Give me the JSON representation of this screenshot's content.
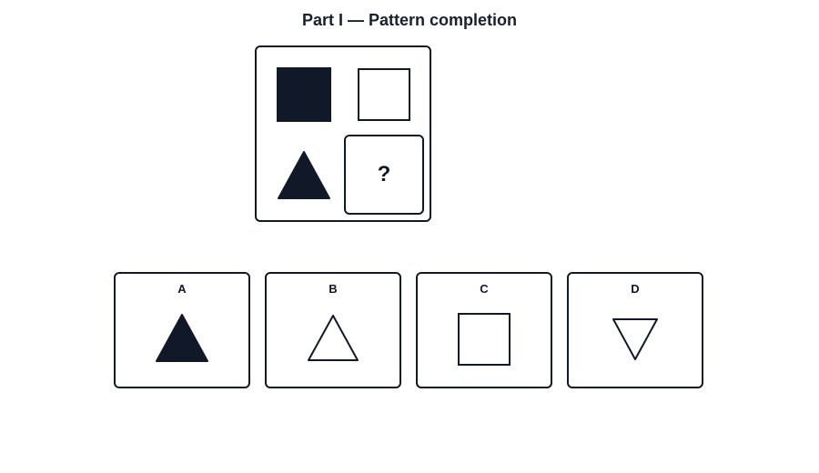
{
  "title": "Part I — Pattern completion",
  "colors": {
    "ink": "#111827",
    "fill": "#111827",
    "background": "#ffffff"
  },
  "matrix": {
    "cells": [
      {
        "shape": "square",
        "fill": "solid"
      },
      {
        "shape": "square",
        "fill": "outline"
      },
      {
        "shape": "triangle-up",
        "fill": "solid"
      }
    ],
    "missing_cell_text": "?"
  },
  "options": [
    {
      "label": "A",
      "shape": "triangle-up",
      "fill": "solid"
    },
    {
      "label": "B",
      "shape": "triangle-up",
      "fill": "outline"
    },
    {
      "label": "C",
      "shape": "square",
      "fill": "outline"
    },
    {
      "label": "D",
      "shape": "triangle-down",
      "fill": "outline"
    }
  ]
}
